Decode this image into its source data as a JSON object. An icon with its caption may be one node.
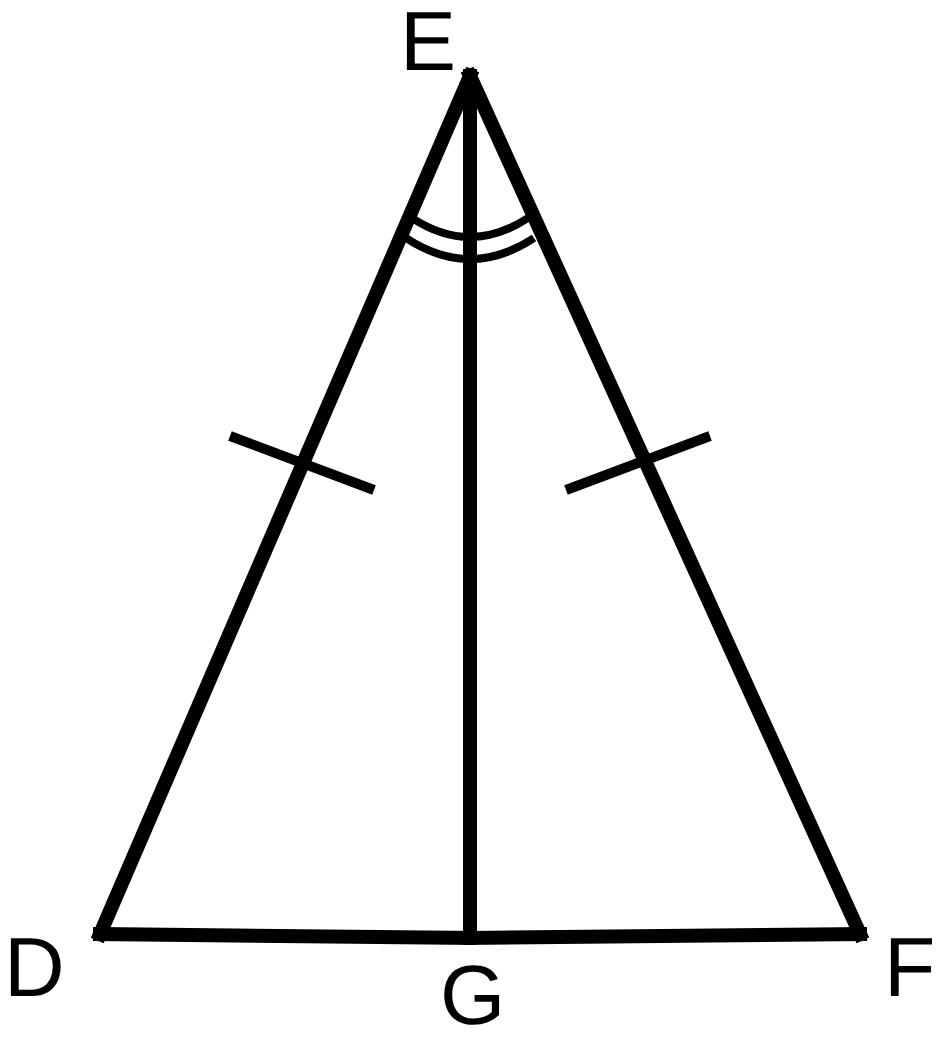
{
  "diagram": {
    "nodes": [
      {
        "text": [
          "E"
        ]
      },
      {
        "text": [
          "D"
        ]
      },
      {
        "text": [
          "G"
        ]
      },
      {
        "text": [
          "F"
        ]
      }
    ],
    "edges": [
      {
        "from": 0,
        "to": 1,
        "arrow": "none"
      },
      {
        "from": 0,
        "to": 3,
        "arrow": "none"
      },
      {
        "from": 1,
        "to": 2,
        "arrow": "none"
      },
      {
        "from": 2,
        "to": 3,
        "arrow": "none"
      },
      {
        "from": 0,
        "to": 2,
        "arrow": "none"
      }
    ]
  }
}
